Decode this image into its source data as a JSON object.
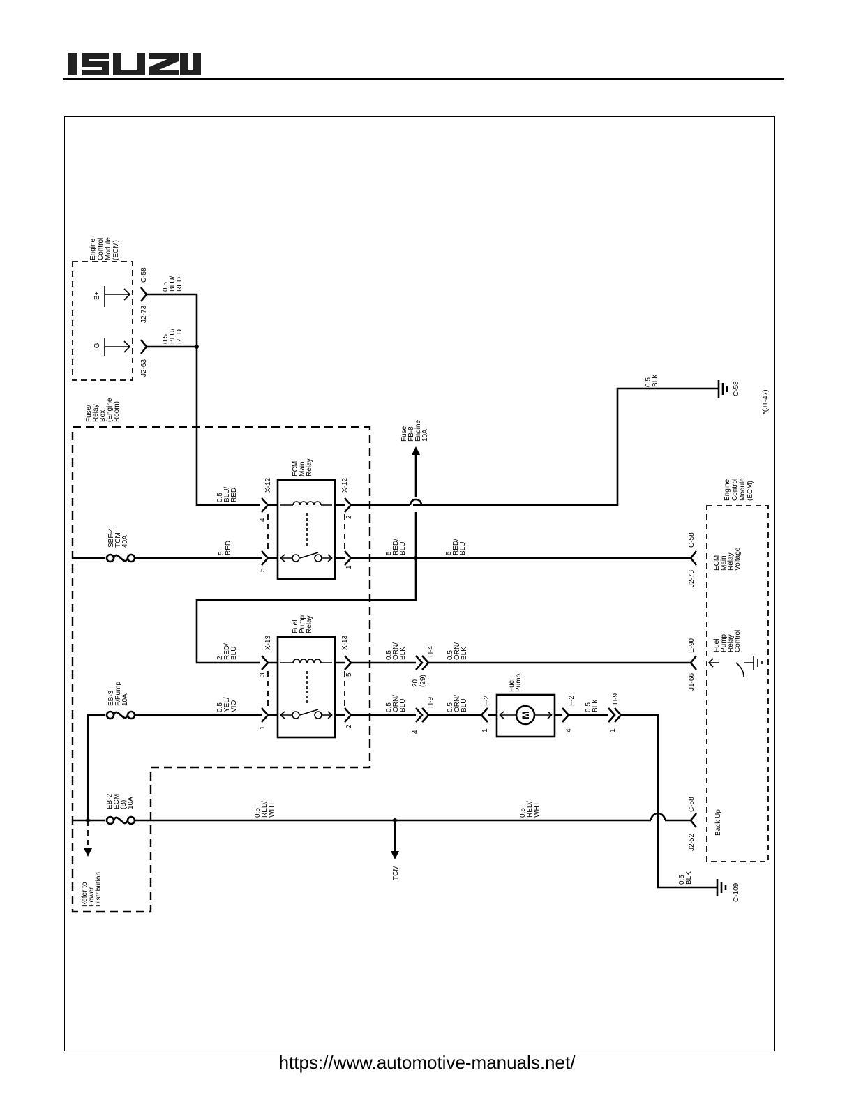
{
  "header": {
    "brand": "ISUZU"
  },
  "footer": {
    "url": "https://www.automotive-manuals.net/"
  },
  "diagram": {
    "ecm_top": {
      "label": [
        "Engine",
        "Control",
        "Module",
        "(ECM)"
      ],
      "pin_b_plus": "B+",
      "pin_ig": "IG",
      "connector_c58": "C-58",
      "connector_j2_73": "J2-73",
      "connector_j2_63": "J2-63"
    },
    "ecm_top_wire_1": [
      "0.5",
      "BLU/",
      "RED"
    ],
    "ecm_top_wire_2": [
      "0.5",
      "BLU/",
      "RED"
    ],
    "fuse_relay_box": [
      "Fuse/",
      "Relay",
      "Box",
      "(Engine",
      "Room)"
    ],
    "ground_top": {
      "wire": [
        "0.5",
        "BLK"
      ],
      "connector": "C-58",
      "note": "*(J1-47)"
    },
    "fuse_fb8": [
      "Fuse",
      "FB-8",
      "Engine",
      "10A"
    ],
    "ecm_main_relay": {
      "label": [
        "ECM",
        "Main",
        "Relay"
      ],
      "conn_left": "X-12",
      "conn_right": "X-12",
      "pin_4": "4",
      "pin_5": "5",
      "pin_2": "2",
      "pin_1": "1"
    },
    "wire_x12_4": [
      "0.5",
      "BLU/",
      "RED"
    ],
    "fuse_sbf4": [
      "SBF-4",
      "TCM",
      "40A"
    ],
    "wire_red": [
      "5",
      "RED"
    ],
    "wire_red_blu_1": [
      "5",
      "RED/",
      "BLU"
    ],
    "wire_red_blu_2": [
      "5",
      "RED/",
      "BLU"
    ],
    "ecm_right": {
      "label": [
        "Engine",
        "Control",
        "Module",
        "(ECM)"
      ],
      "conn_c58": "C-58",
      "conn_j2_73": "J2-73",
      "main_relay_voltage": [
        "ECM",
        "Main",
        "Relay",
        "Voltage"
      ],
      "conn_e90": "E-90",
      "conn_j1_66": "J1-66",
      "fp_relay_control": [
        "Fuel",
        "Pump",
        "Relay",
        "Control"
      ],
      "conn_c58_b": "C-58",
      "conn_j2_52": "J2-52",
      "back_up": "Back Up"
    },
    "fuel_pump_relay": {
      "label": [
        "Fuel",
        "Pump",
        "Relay"
      ],
      "conn_left": "X-13",
      "conn_right": "X-13",
      "pin_2": "2",
      "pin_3": "3",
      "pin_1": "1",
      "pin_5": "5",
      "pin_2b": "2"
    },
    "wire_2_red_blu": [
      "2",
      "RED/",
      "BLU"
    ],
    "wire_orn_blk_1": [
      "0.5",
      "ORN/",
      "BLK"
    ],
    "conn_h4": "H-4",
    "h4_pins": [
      "20",
      "(29)"
    ],
    "wire_orn_blk_2": [
      "0.5",
      "ORN/",
      "BLK"
    ],
    "fuse_eb3": [
      "EB-3",
      "F/Pump",
      "10A"
    ],
    "wire_yel_vio": [
      "0.5",
      "YEL/",
      "VIO"
    ],
    "wire_orn_blu_1": [
      "0.5",
      "ORN/",
      "BLU"
    ],
    "conn_h9_a": "H-9",
    "h9_pin_4": "4",
    "wire_orn_blu_2": [
      "0.5",
      "ORN/",
      "BLU"
    ],
    "conn_f2_a": "F-2",
    "f2_pin_1": "1",
    "fuel_pump": {
      "label": [
        "Fuel",
        "Pump"
      ],
      "symbol": "M"
    },
    "conn_f2_b": "F-2",
    "f2_pin_4": "4",
    "wire_blk": [
      "0.5",
      "BLK"
    ],
    "conn_h9_b": "H-9",
    "h9_pin_1": "1",
    "fuse_eb2": [
      "EB-2",
      "ECM",
      "(B)",
      "10A"
    ],
    "wire_red_wht_1": [
      "0.5",
      "RED/",
      "WHT"
    ],
    "wire_red_wht_2": [
      "0.5",
      "RED/",
      "WHT"
    ],
    "tcm": "TCM",
    "refer_power": [
      "Refer to",
      "Power",
      "Distribution"
    ],
    "ground_bottom": {
      "wire": [
        "0.5",
        "BLK"
      ],
      "connector": "C-109"
    }
  }
}
